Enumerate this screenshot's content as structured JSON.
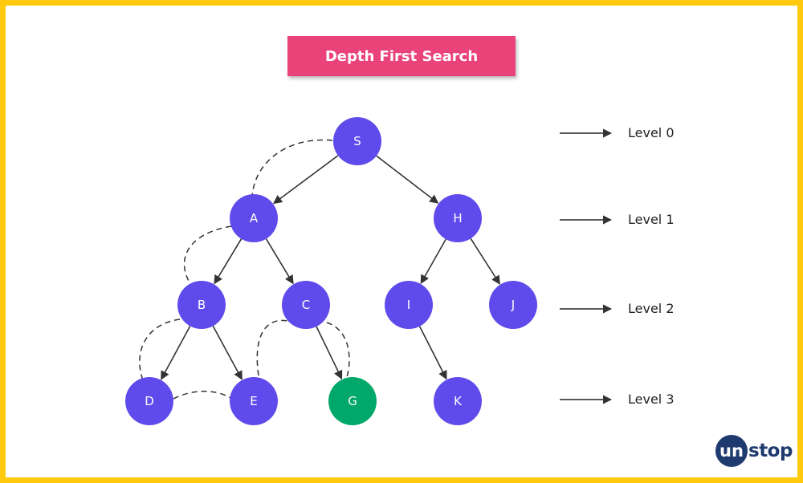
{
  "title": "Depth First Search",
  "colors": {
    "border": "#FFC90E",
    "title_bg": "#E9437A",
    "node": "#5F4BEB",
    "goal_node": "#00A86B",
    "edge": "#333333",
    "logo": "#1E3A6E"
  },
  "nodes": [
    {
      "id": "S",
      "label": "S",
      "level": 0
    },
    {
      "id": "A",
      "label": "A",
      "level": 1
    },
    {
      "id": "H",
      "label": "H",
      "level": 1
    },
    {
      "id": "B",
      "label": "B",
      "level": 2
    },
    {
      "id": "C",
      "label": "C",
      "level": 2
    },
    {
      "id": "I",
      "label": "I",
      "level": 2
    },
    {
      "id": "J",
      "label": "J",
      "level": 2
    },
    {
      "id": "D",
      "label": "D",
      "level": 3
    },
    {
      "id": "E",
      "label": "E",
      "level": 3
    },
    {
      "id": "G",
      "label": "G",
      "level": 3,
      "goal": true
    },
    {
      "id": "K",
      "label": "K",
      "level": 3
    }
  ],
  "edges": [
    {
      "from": "S",
      "to": "A"
    },
    {
      "from": "S",
      "to": "H"
    },
    {
      "from": "A",
      "to": "B"
    },
    {
      "from": "A",
      "to": "C"
    },
    {
      "from": "H",
      "to": "I"
    },
    {
      "from": "H",
      "to": "J"
    },
    {
      "from": "B",
      "to": "D"
    },
    {
      "from": "B",
      "to": "E"
    },
    {
      "from": "C",
      "to": "G"
    },
    {
      "from": "I",
      "to": "K"
    }
  ],
  "traversal_path": [
    "S",
    "A",
    "B",
    "D",
    "E",
    "C",
    "G"
  ],
  "levels": [
    {
      "label": "Level 0"
    },
    {
      "label": "Level 1"
    },
    {
      "label": "Level 2"
    },
    {
      "label": "Level 3"
    }
  ],
  "logo": {
    "circle_text": "un",
    "rest_text": "stop"
  }
}
